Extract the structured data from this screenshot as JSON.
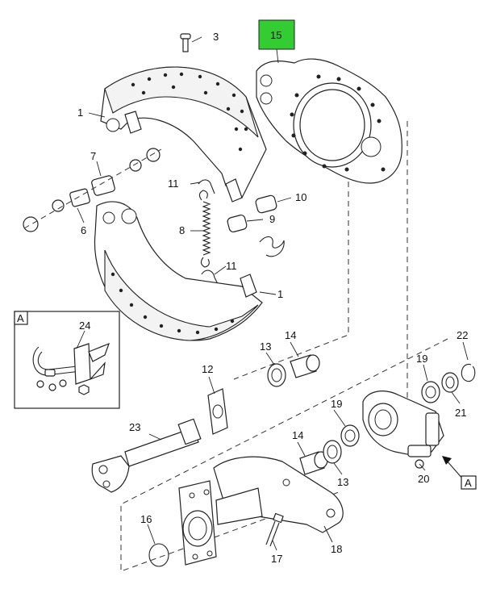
{
  "callouts": {
    "c1a": "1",
    "c1b": "1",
    "c3": "3",
    "c6": "6",
    "c7": "7",
    "c8": "8",
    "c9": "9",
    "c10": "10",
    "c11a": "11",
    "c11b": "11",
    "c12": "12",
    "c13a": "13",
    "c13b": "13",
    "c14a": "14",
    "c14b": "14",
    "c15": "15",
    "c16": "16",
    "c17": "17",
    "c18": "18",
    "c19a": "19",
    "c19b": "19",
    "c20": "20",
    "c21": "21",
    "c22": "22",
    "c23": "23",
    "c24": "24"
  },
  "inset_label": "A",
  "view_ref_label": "A",
  "highlight_color": "#33cc33"
}
